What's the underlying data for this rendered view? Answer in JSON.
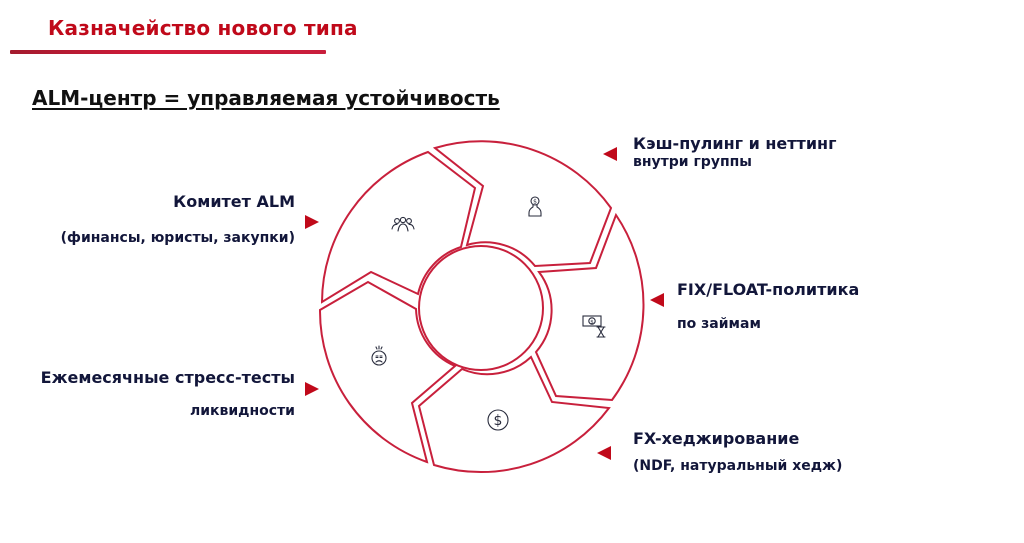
{
  "header": {
    "title": "Казначейство нового типа",
    "subtitle": "ALM-центр = управляемая устойчивость"
  },
  "colors": {
    "accent": "#c0091a",
    "ring_stroke": "#c8203c",
    "text_dark": "#12163a",
    "icon": "#2a2d3e"
  },
  "cycle": {
    "segments": [
      {
        "id": "alm-committee",
        "icon": "people-group-icon",
        "title": "Комитет ALM",
        "subtitle": "(финансы, юристы, закупки)"
      },
      {
        "id": "cash-pooling",
        "icon": "money-bag-icon",
        "title": "Кэш-пулинг и неттинг",
        "subtitle": "внутри группы"
      },
      {
        "id": "fix-float",
        "icon": "banknote-hourglass-icon",
        "title": "FIX/FLOAT-политика",
        "subtitle": "по займам"
      },
      {
        "id": "fx-hedging",
        "icon": "dollar-coin-icon",
        "title": "FX-хеджирование",
        "subtitle": "(NDF, натуральный хедж)"
      },
      {
        "id": "stress-tests",
        "icon": "stressed-face-icon",
        "title": "Ежемесячные стресс-тесты",
        "subtitle": "ликвидности"
      }
    ]
  }
}
